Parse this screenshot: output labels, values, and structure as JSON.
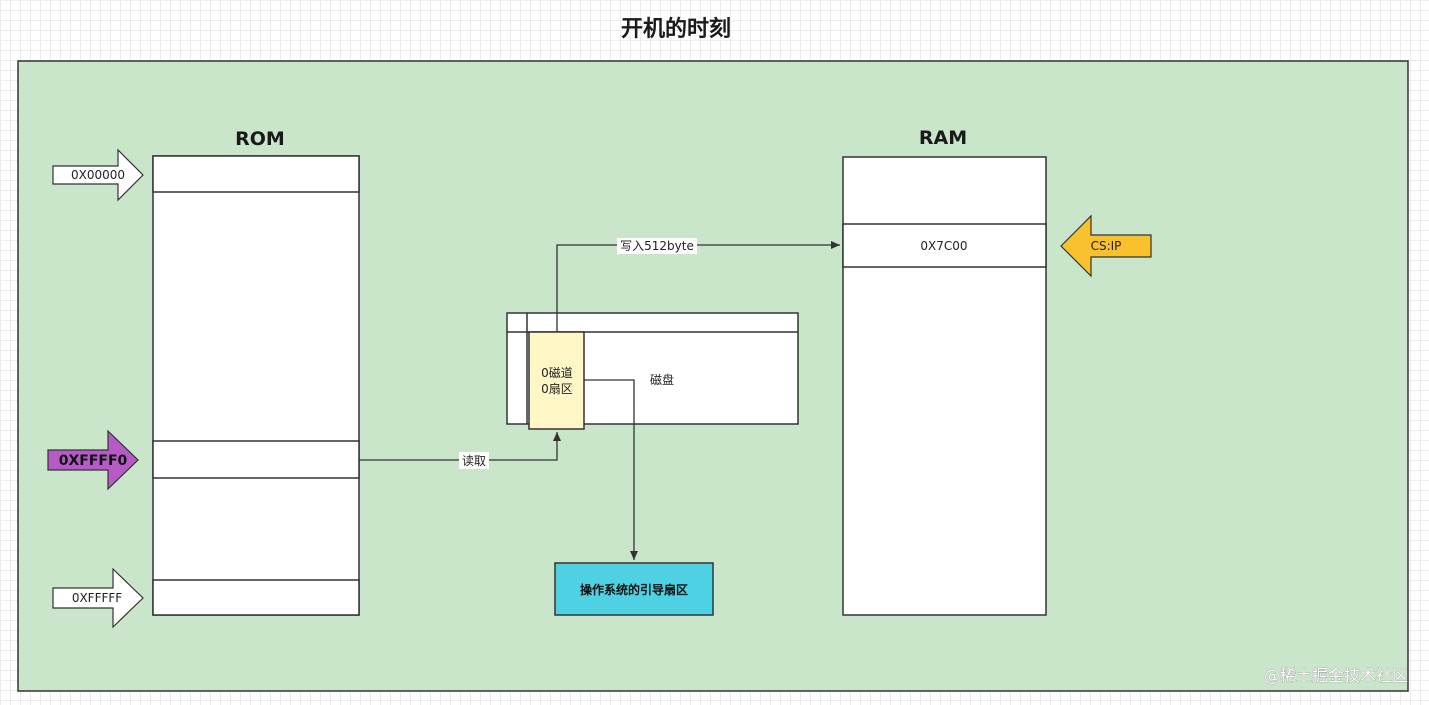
{
  "title": "开机的时刻",
  "rom": {
    "label": "ROM",
    "arrows": [
      {
        "text": "0X00000",
        "color": "#ffffff"
      },
      {
        "text": "0XFFFF0",
        "color": "#b65bc6"
      },
      {
        "text": "0XFFFFF",
        "color": "#ffffff"
      }
    ]
  },
  "ram": {
    "label": "RAM",
    "slot": "0X7C00",
    "pointer": {
      "text": "CS:IP",
      "color": "#f8c12d"
    }
  },
  "disk": {
    "label": "磁盘",
    "sector_line1": "0磁道",
    "sector_line2": "0扇区",
    "sector_color": "#fff8c6"
  },
  "edges": {
    "read": "读取",
    "write": "写入512byte"
  },
  "boot_sector": {
    "text": "操作系统的引导扇区",
    "color": "#4ed1e3"
  },
  "background_color": "#c9e6cb",
  "watermark": "@稀土掘金技术社区"
}
